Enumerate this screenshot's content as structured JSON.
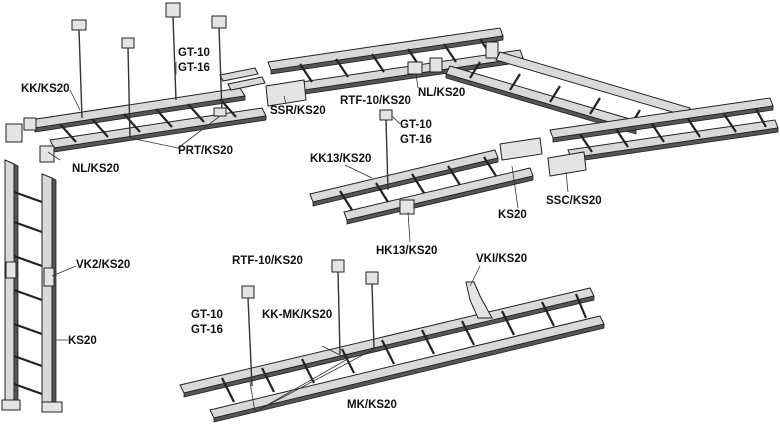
{
  "labels": {
    "kk_ks20": "KK/KS20",
    "gt10_a": "GT-10",
    "gt16_a": "GT-16",
    "nl_ks20_left": "NL/KS20",
    "prt_ks20": "PRT/KS20",
    "vk2_ks20": "VK2/KS20",
    "ks20_left": "KS20",
    "ssr_ks20": "SSR/KS20",
    "nl_ks20_right": "NL/KS20",
    "rtf10_ks20_a": "RTF-10/KS20",
    "gt10_b": "GT-10",
    "gt16_b": "GT-16",
    "kk13_ks20": "KK13/KS20",
    "ks20_mid": "KS20",
    "ssc_ks20": "SSC/KS20",
    "hk13_ks20": "HK13/KS20",
    "rtf10_ks20_b": "RTF-10/KS20",
    "vki_ks20": "VKI/KS20",
    "gt10_c": "GT-10",
    "gt16_c": "GT-16",
    "kk_mk_ks20": "KK-MK/KS20",
    "mk_ks20": "MK/KS20"
  },
  "colors": {
    "rail_fill": "#d9d9d9",
    "rail_shadow": "#555555",
    "outline": "#222222"
  }
}
